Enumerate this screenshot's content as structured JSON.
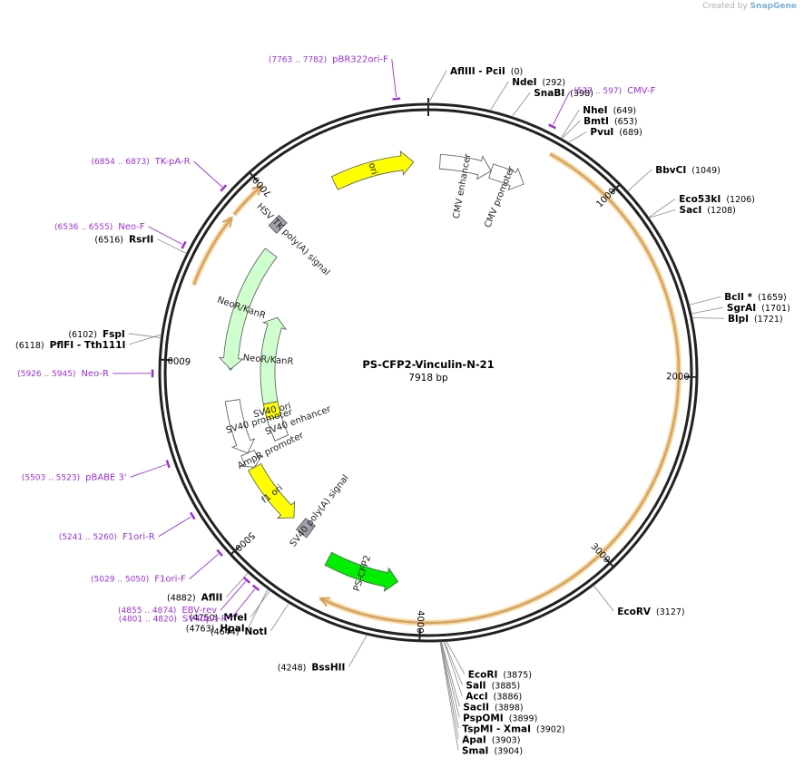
{
  "credit": {
    "prefix": "Created by",
    "brand": "SnapGene"
  },
  "plasmid": {
    "name": "PS-CFP2-Vinculin-N-21",
    "length_label": "7918 bp",
    "length": 7918
  },
  "ticks": [
    {
      "pos": 1000,
      "label": "1000"
    },
    {
      "pos": 2000,
      "label": "2000"
    },
    {
      "pos": 3000,
      "label": "3000"
    },
    {
      "pos": 4000,
      "label": "4000"
    },
    {
      "pos": 5000,
      "label": "5000"
    },
    {
      "pos": 6000,
      "label": "6000"
    },
    {
      "pos": 7000,
      "label": "7000"
    }
  ],
  "enzymes": [
    {
      "name": "AflIII  - PciI",
      "pos": "(0)",
      "bp": 0
    },
    {
      "name": "NdeI",
      "pos": "(292)",
      "bp": 292
    },
    {
      "name": "SnaBI",
      "pos": "(398)",
      "bp": 398
    },
    {
      "name": "NheI",
      "pos": "(649)",
      "bp": 649
    },
    {
      "name": "BmtI",
      "pos": "(653)",
      "bp": 653
    },
    {
      "name": "PvuI",
      "pos": "(689)",
      "bp": 689
    },
    {
      "name": "BbvCI",
      "pos": "(1049)",
      "bp": 1049
    },
    {
      "name": "Eco53kI",
      "pos": "(1206)",
      "bp": 1206
    },
    {
      "name": "SacI",
      "pos": "(1208)",
      "bp": 1208
    },
    {
      "name": "BclI *",
      "pos": "(1659)",
      "bp": 1659
    },
    {
      "name": "SgrAI",
      "pos": "(1701)",
      "bp": 1701
    },
    {
      "name": "BlpI",
      "pos": "(1721)",
      "bp": 1721
    },
    {
      "name": "EcoRV",
      "pos": "(3127)",
      "bp": 3127
    },
    {
      "name": "EcoRI",
      "pos": "(3875)",
      "bp": 3875
    },
    {
      "name": "SalI",
      "pos": "(3885)",
      "bp": 3885
    },
    {
      "name": "AccI",
      "pos": "(3886)",
      "bp": 3886
    },
    {
      "name": "SacII",
      "pos": "(3898)",
      "bp": 3898
    },
    {
      "name": "PspOMI",
      "pos": "(3899)",
      "bp": 3899
    },
    {
      "name": "TspMI  - XmaI",
      "pos": "(3902)",
      "bp": 3902
    },
    {
      "name": "ApaI",
      "pos": "(3903)",
      "bp": 3903
    },
    {
      "name": "SmaI",
      "pos": "(3904)",
      "bp": 3904
    },
    {
      "name": "BssHII",
      "pos": "(4248)",
      "bp": 4248
    },
    {
      "name": "NotI",
      "pos": "(4644)",
      "bp": 4644
    },
    {
      "name": "MfeI",
      "pos": "(4750)",
      "bp": 4750
    },
    {
      "name": "HpaI",
      "pos": "(4763)",
      "bp": 4763
    },
    {
      "name": "AflII",
      "pos": "(4882)",
      "bp": 4882
    },
    {
      "name": "FspI",
      "pos": "(6102)",
      "bp": 6102
    },
    {
      "name": "PflFI  - Tth111I",
      "pos": "(6118)",
      "bp": 6118
    },
    {
      "name": "RsrII",
      "pos": "(6516)",
      "bp": 6516
    }
  ],
  "primers": [
    {
      "name": "pBR322ori-F",
      "range": "(7763 .. 7782)",
      "bp": 7772
    },
    {
      "name": "CMV-F",
      "range": "(577 .. 597)",
      "bp": 587
    },
    {
      "name": "TK-pA-R",
      "range": "(6854 .. 6873)",
      "bp": 6863
    },
    {
      "name": "Neo-F",
      "range": "(6536 .. 6555)",
      "bp": 6545
    },
    {
      "name": "Neo-R",
      "range": "(5926 .. 5945)",
      "bp": 5935
    },
    {
      "name": "pBABE 3'",
      "range": "(5503 .. 5523)",
      "bp": 5513
    },
    {
      "name": "F1ori-R",
      "range": "(5241 .. 5260)",
      "bp": 5250
    },
    {
      "name": "F1ori-F",
      "range": "(5029 .. 5050)",
      "bp": 5040
    },
    {
      "name": "EBV-rev",
      "range": "(4855 .. 4874)",
      "bp": 4864
    },
    {
      "name": "SV40pA-R",
      "range": "(4801 .. 4820)",
      "bp": 4810
    }
  ],
  "features": [
    {
      "label": "ori",
      "color": "#ffff00",
      "start": 7340,
      "end": 7830,
      "dir": 1,
      "ring": 2
    },
    {
      "label": "CMV enhancer",
      "color": "#ffffff",
      "start": 70,
      "end": 380,
      "dir": 1,
      "ring": 2
    },
    {
      "label": "CMV promoter",
      "color": "#ffffff",
      "start": 380,
      "end": 590,
      "dir": 1,
      "ring": 2
    },
    {
      "label": "HSV TK poly(A) signal",
      "color": "#a0a0a8",
      "start": 6900,
      "end": 6940,
      "dir": 0,
      "ring": 2
    },
    {
      "label": "NeoR/KanR",
      "color": "#cfffce",
      "start": 5960,
      "end": 6760,
      "dir": -1,
      "ring": 3
    },
    {
      "label": "NeoR/KanR",
      "color": "#cfffce",
      "start": 5700,
      "end": 6380,
      "dir": 1,
      "ring": 5
    },
    {
      "label": "SV40 ori",
      "color": "#ffff00",
      "start": 5580,
      "end": 5700,
      "dir": 0,
      "ring": 5
    },
    {
      "label": "SV40 enhancer",
      "color": "#ffffff",
      "start": 5410,
      "end": 5580,
      "dir": 0,
      "ring": 5
    },
    {
      "label": "SV40 promoter",
      "color": "#ffffff",
      "start": 5410,
      "end": 5760,
      "dir": -1,
      "ring": 3
    },
    {
      "label": "AmpR promoter",
      "color": "#ffffff",
      "start": 5310,
      "end": 5410,
      "dir": -1,
      "ring": 3
    },
    {
      "label": "f1 ori",
      "color": "#ffff00",
      "start": 4900,
      "end": 5310,
      "dir": -1,
      "ring": 3
    },
    {
      "label": "SV40 poly(A) signal",
      "color": "#a0a0a8",
      "start": 4760,
      "end": 4840,
      "dir": 0,
      "ring": 3
    },
    {
      "label": "PS-CFP2",
      "color": "#00ee00",
      "start": 4140,
      "end": 4580,
      "dir": -1,
      "ring": 2
    }
  ],
  "orfs": [
    {
      "start": 640,
      "end": 4520,
      "dir": 1,
      "color": "#d4a060"
    },
    {
      "start": 6390,
      "end": 6780,
      "dir": 1,
      "color": "#d4a060"
    },
    {
      "start": 6800,
      "end": 7000,
      "dir": 1,
      "color": "#d4a060"
    },
    {
      "start": 5960,
      "end": 6760,
      "dir": -1,
      "color": "#1e8a1e"
    }
  ]
}
